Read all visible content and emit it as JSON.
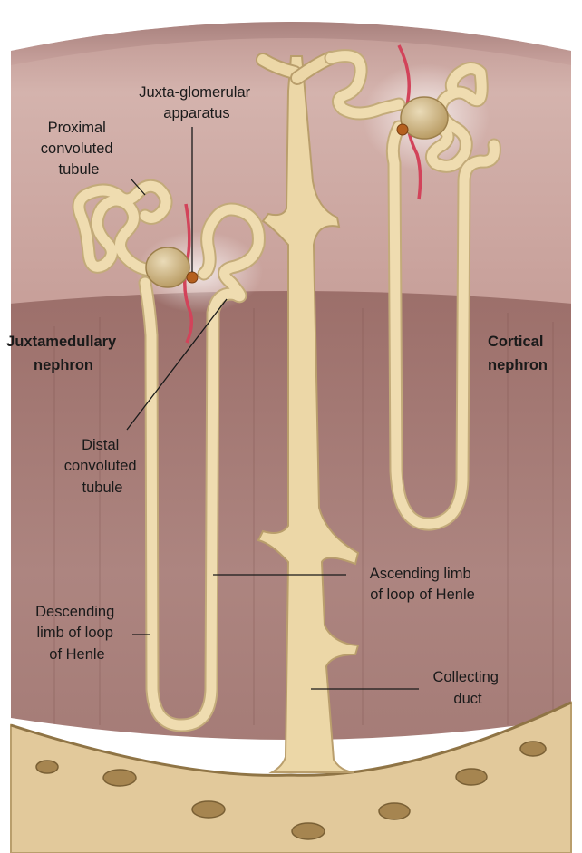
{
  "labels": {
    "proximal": [
      "Proximal",
      "convoluted",
      "tubule"
    ],
    "juxtaglomerular": [
      "Juxta-glomerular",
      "apparatus"
    ],
    "juxtamedullary": [
      "Juxtamedullary",
      "nephron"
    ],
    "cortical": [
      "Cortical",
      "nephron"
    ],
    "distal": [
      "Distal",
      "convoluted",
      "tubule"
    ],
    "ascending": [
      "Ascending limb",
      "of loop of Henle"
    ],
    "descending": [
      "Descending",
      "limb of loop",
      "of Henle"
    ],
    "collecting": [
      "Collecting",
      "duct"
    ]
  },
  "colors": {
    "cortex": "#c9a29c",
    "medulla": "#a77d78",
    "tubule_fill": "#efdcb0",
    "tubule_edge": "#c3ab7a",
    "glomerulus": "#cdb184",
    "arteriole": "#d2435a",
    "pelvis": "#e0c89a",
    "label_line": "#1a1a1a"
  }
}
